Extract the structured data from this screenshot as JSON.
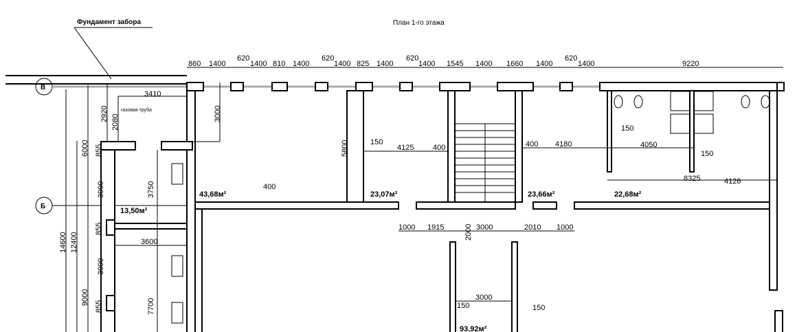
{
  "title": "План 1-го этажа",
  "fence_label": "Фундамент забора",
  "gas_label": "газовая труба",
  "axes": {
    "v": "В",
    "b": "Б"
  },
  "top_dims": [
    "860",
    "1400",
    "620",
    "1400",
    "810",
    "1400",
    "620",
    "1400",
    "825",
    "1400",
    "620",
    "1400",
    "1545",
    "1400",
    "1660",
    "1400",
    "620",
    "1400",
    "9220"
  ],
  "left_dims": [
    "3410",
    "2920",
    "2080",
    "3000",
    "6000",
    "855",
    "3000",
    "3750",
    "14600",
    "12400",
    "855",
    "3600",
    "3000",
    "9000",
    "855",
    "7700"
  ],
  "mid_dims": [
    "400",
    "5800",
    "150",
    "4125",
    "400",
    "1000",
    "1915",
    "3000",
    "2010",
    "1000",
    "2000",
    "400",
    "4180",
    "150",
    "4050",
    "150",
    "8325",
    "4126",
    "3000",
    "150",
    "150"
  ],
  "areas": [
    "13,50м²",
    "43,68м²",
    "23,07м²",
    "23,66м²",
    "22,68м²",
    "93,92м²"
  ]
}
